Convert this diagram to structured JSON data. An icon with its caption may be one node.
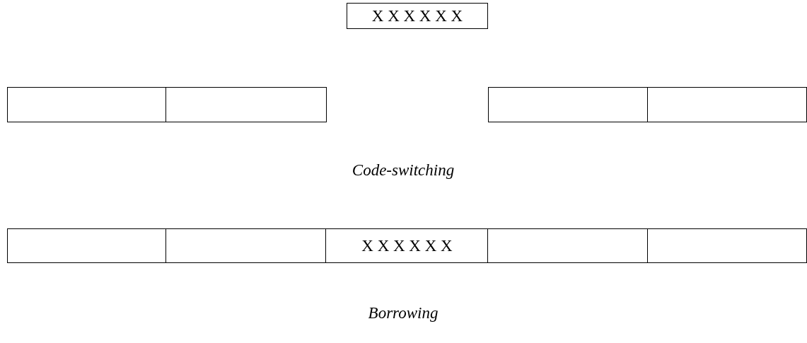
{
  "diagram": {
    "nodes": [
      {
        "text": [
          "X X X X X X"
        ]
      },
      {
        "text": [],
        "shape": "box"
      },
      {
        "text": [],
        "shape": "box"
      },
      {
        "text": [],
        "shape": "box"
      },
      {
        "text": [],
        "shape": "box"
      },
      {
        "text": [],
        "shape": "box"
      },
      {
        "text": [],
        "shape": "box"
      },
      {
        "text": [
          "X X X X X X"
        ]
      },
      {
        "text": [],
        "shape": "box"
      },
      {
        "text": [],
        "shape": "box"
      }
    ],
    "labels": [
      "Code-switching",
      "Borrowing"
    ]
  }
}
